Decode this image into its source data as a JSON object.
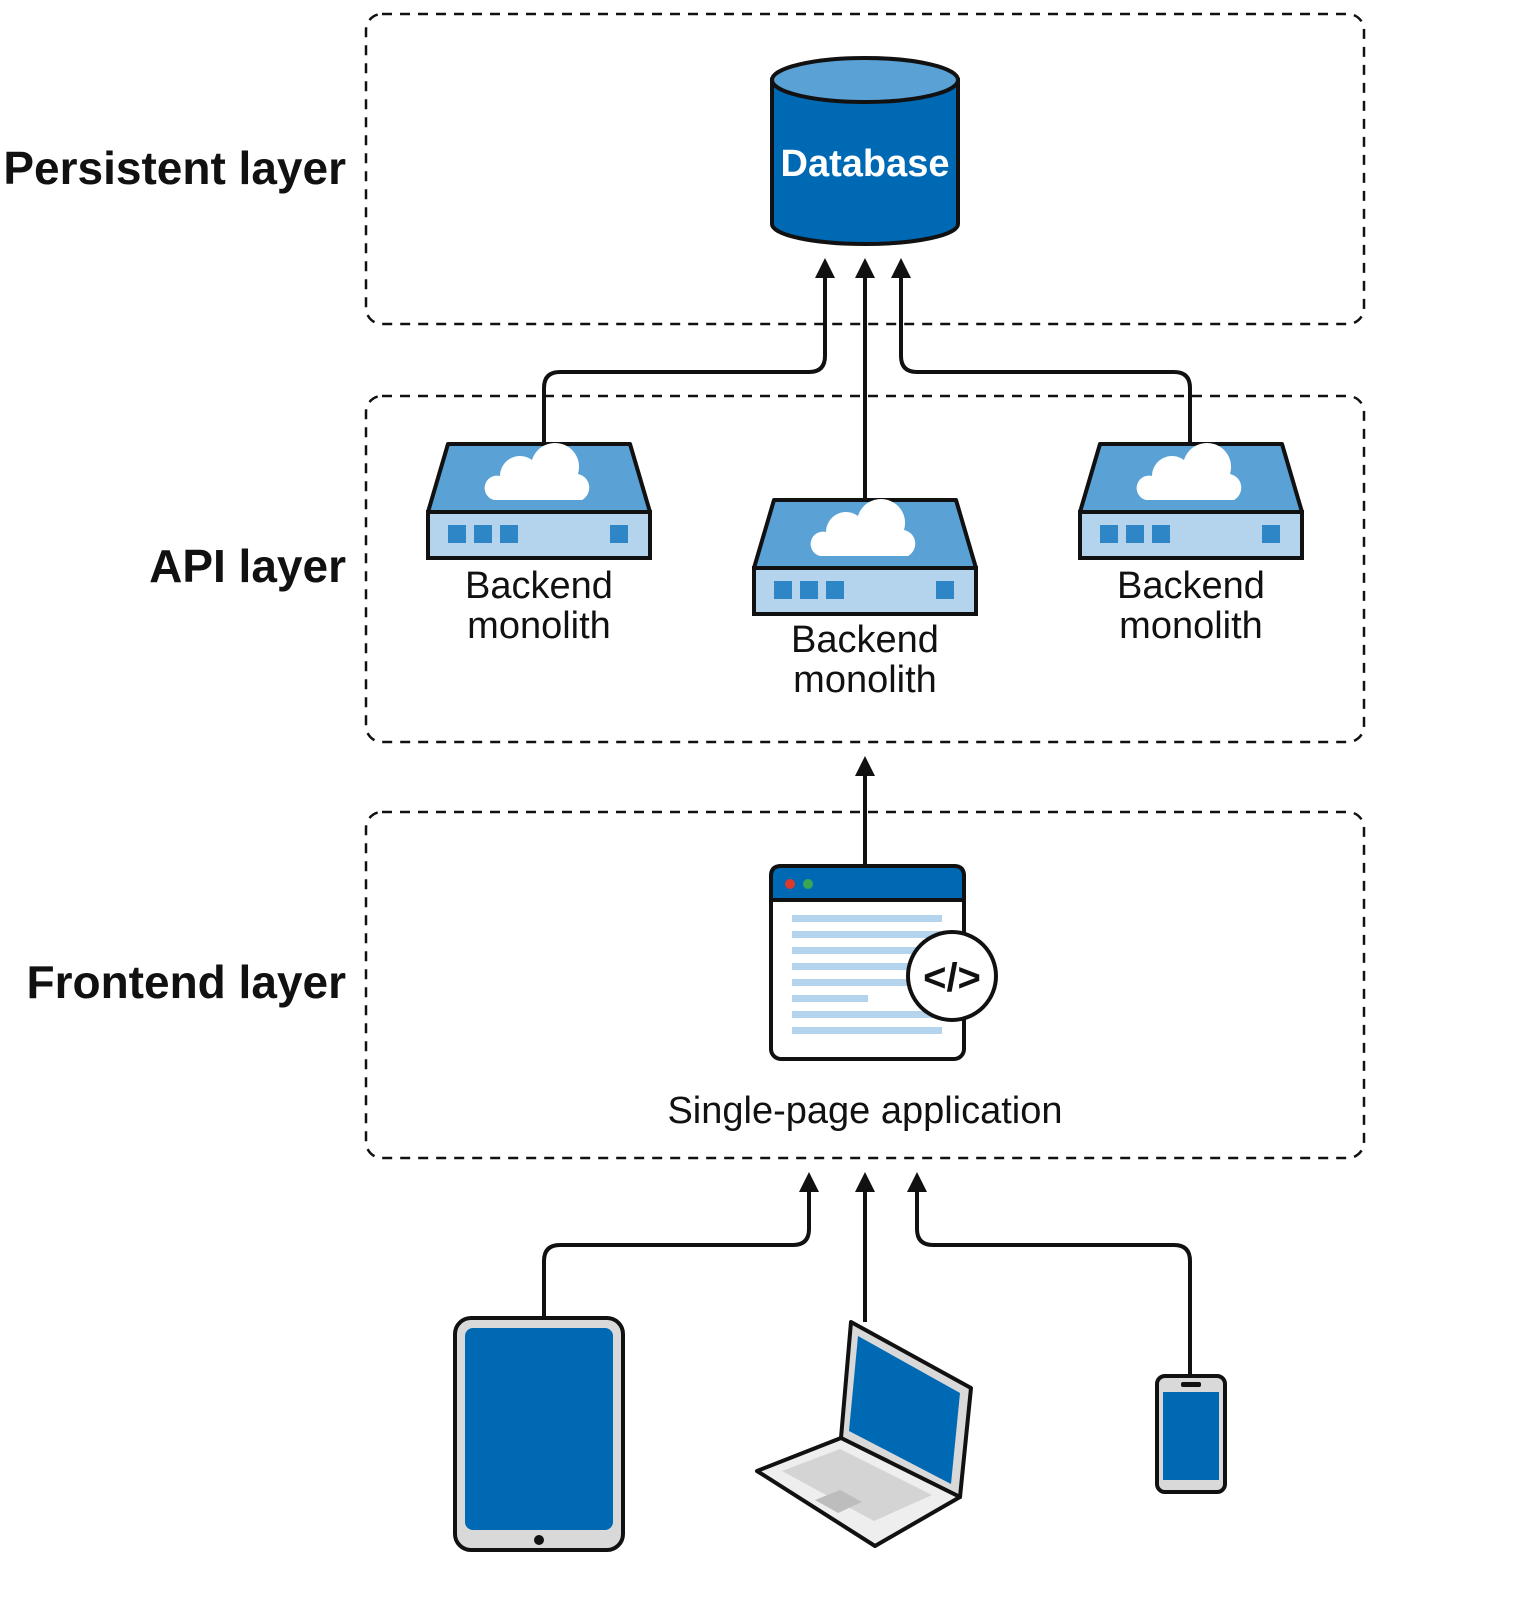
{
  "layers": {
    "persistent": "Persistent layer",
    "api": "API layer",
    "frontend": "Frontend layer"
  },
  "database": {
    "label": "Database"
  },
  "backends": [
    {
      "line1": "Backend",
      "line2": "monolith"
    },
    {
      "line1": "Backend",
      "line2": "monolith"
    },
    {
      "line1": "Backend",
      "line2": "monolith"
    }
  ],
  "spa": {
    "label": "Single-page application",
    "code_symbol": "</>"
  },
  "devices": [
    "tablet-icon",
    "laptop-icon",
    "phone-icon"
  ],
  "colors": {
    "primary_blue": "#0069b4",
    "light_blue": "#b3d4ec",
    "mid_blue": "#5aa2d6",
    "outline": "#111111"
  }
}
